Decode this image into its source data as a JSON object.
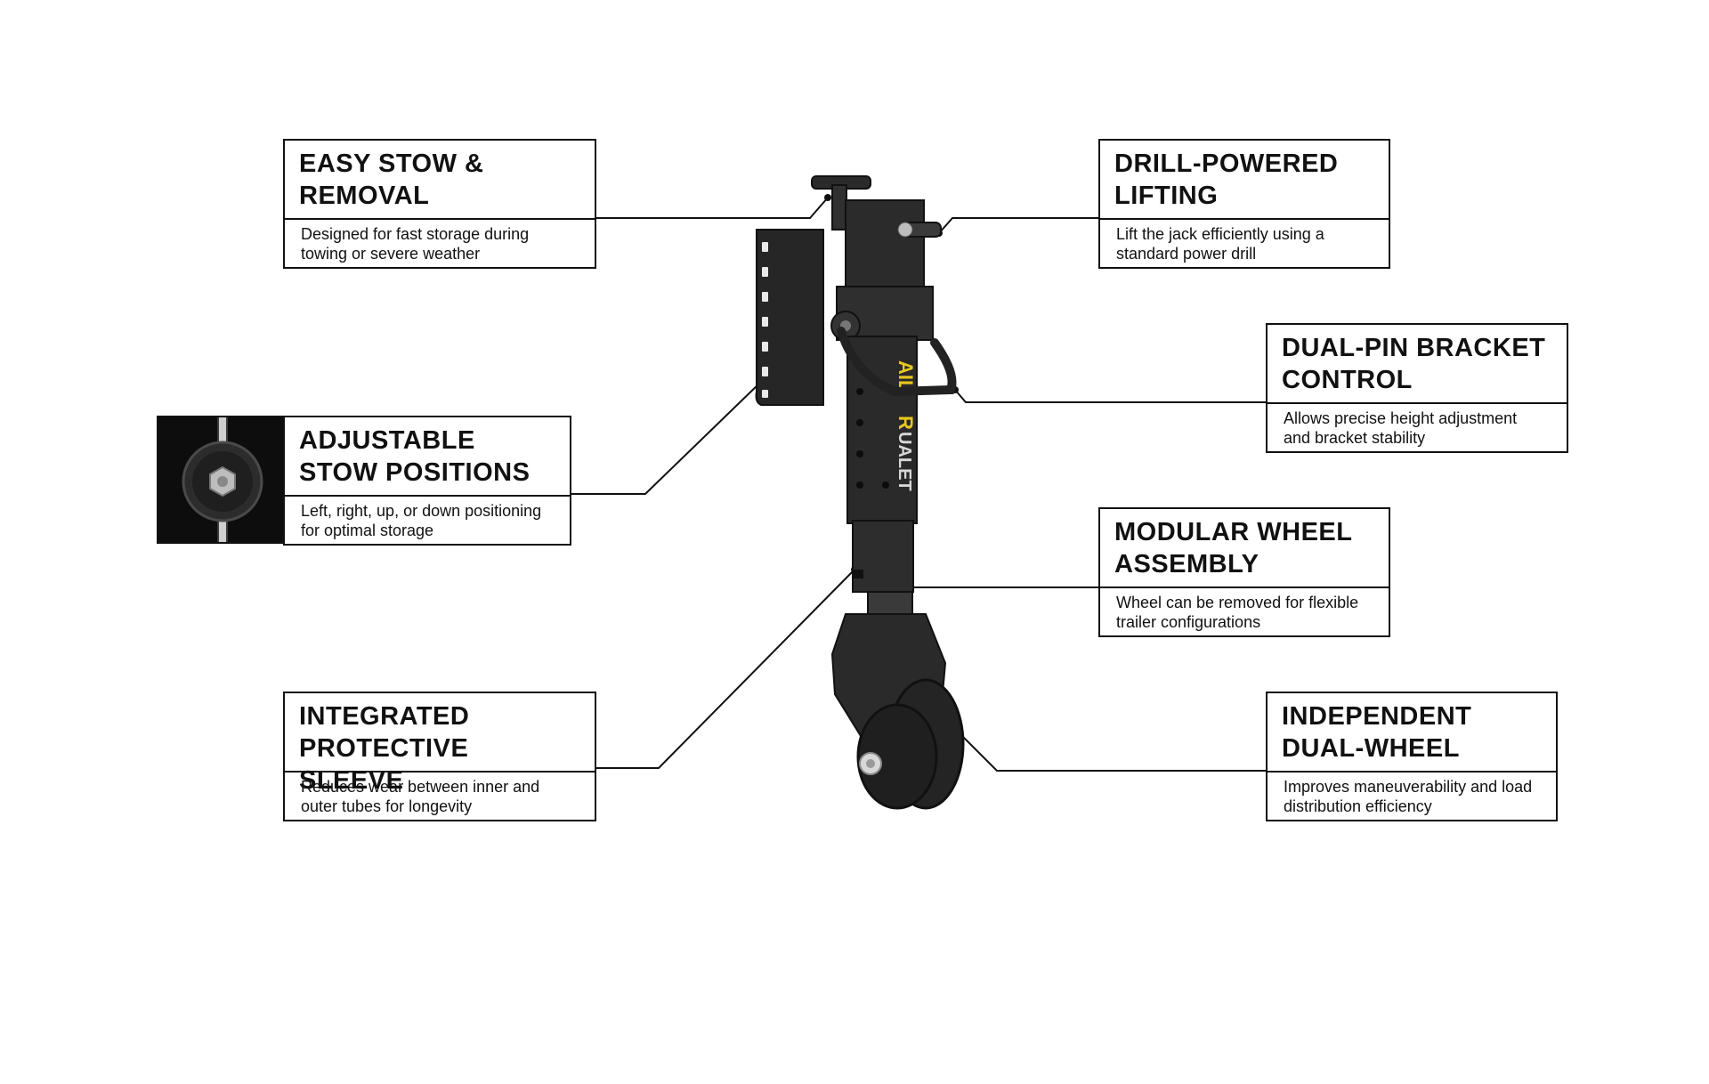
{
  "callouts": {
    "easy_stow": {
      "title": "EASY STOW &\nREMOVAL",
      "desc": "Designed for fast storage during\ntowing or severe weather"
    },
    "adjustable_stow": {
      "title": "ADJUSTABLE\nSTOW POSITIONS",
      "desc": "Left, right, up, or down positioning\nfor optimal storage"
    },
    "protective_sleeve": {
      "title": "INTEGRATED\nPROTECTIVE SLEEVE",
      "desc": "Reduces wear between inner and\nouter tubes for longevity"
    },
    "drill_powered": {
      "title": "DRILL-POWERED\nLIFTING",
      "desc": "Lift the jack efficiently using a\nstandard power drill"
    },
    "dual_pin": {
      "title": "DUAL-PIN BRACKET\nCONTROL",
      "desc": "Allows precise height adjustment\nand bracket stability"
    },
    "modular_wheel": {
      "title": "MODULAR WHEEL\nASSEMBLY",
      "desc": "Wheel can be removed for flexible\ntrailer configurations"
    },
    "dual_wheel": {
      "title": "INDEPENDENT\nDUAL-WHEEL",
      "desc": "Improves maneuverability and load\ndistribution efficiency"
    }
  },
  "product": {
    "brand_a": "AIL",
    "brand_b": "R",
    "brand_c": "UALET"
  },
  "colors": {
    "ink": "#111111",
    "metal": "#2a2a2a",
    "brand_yellow": "#e8c81e"
  }
}
